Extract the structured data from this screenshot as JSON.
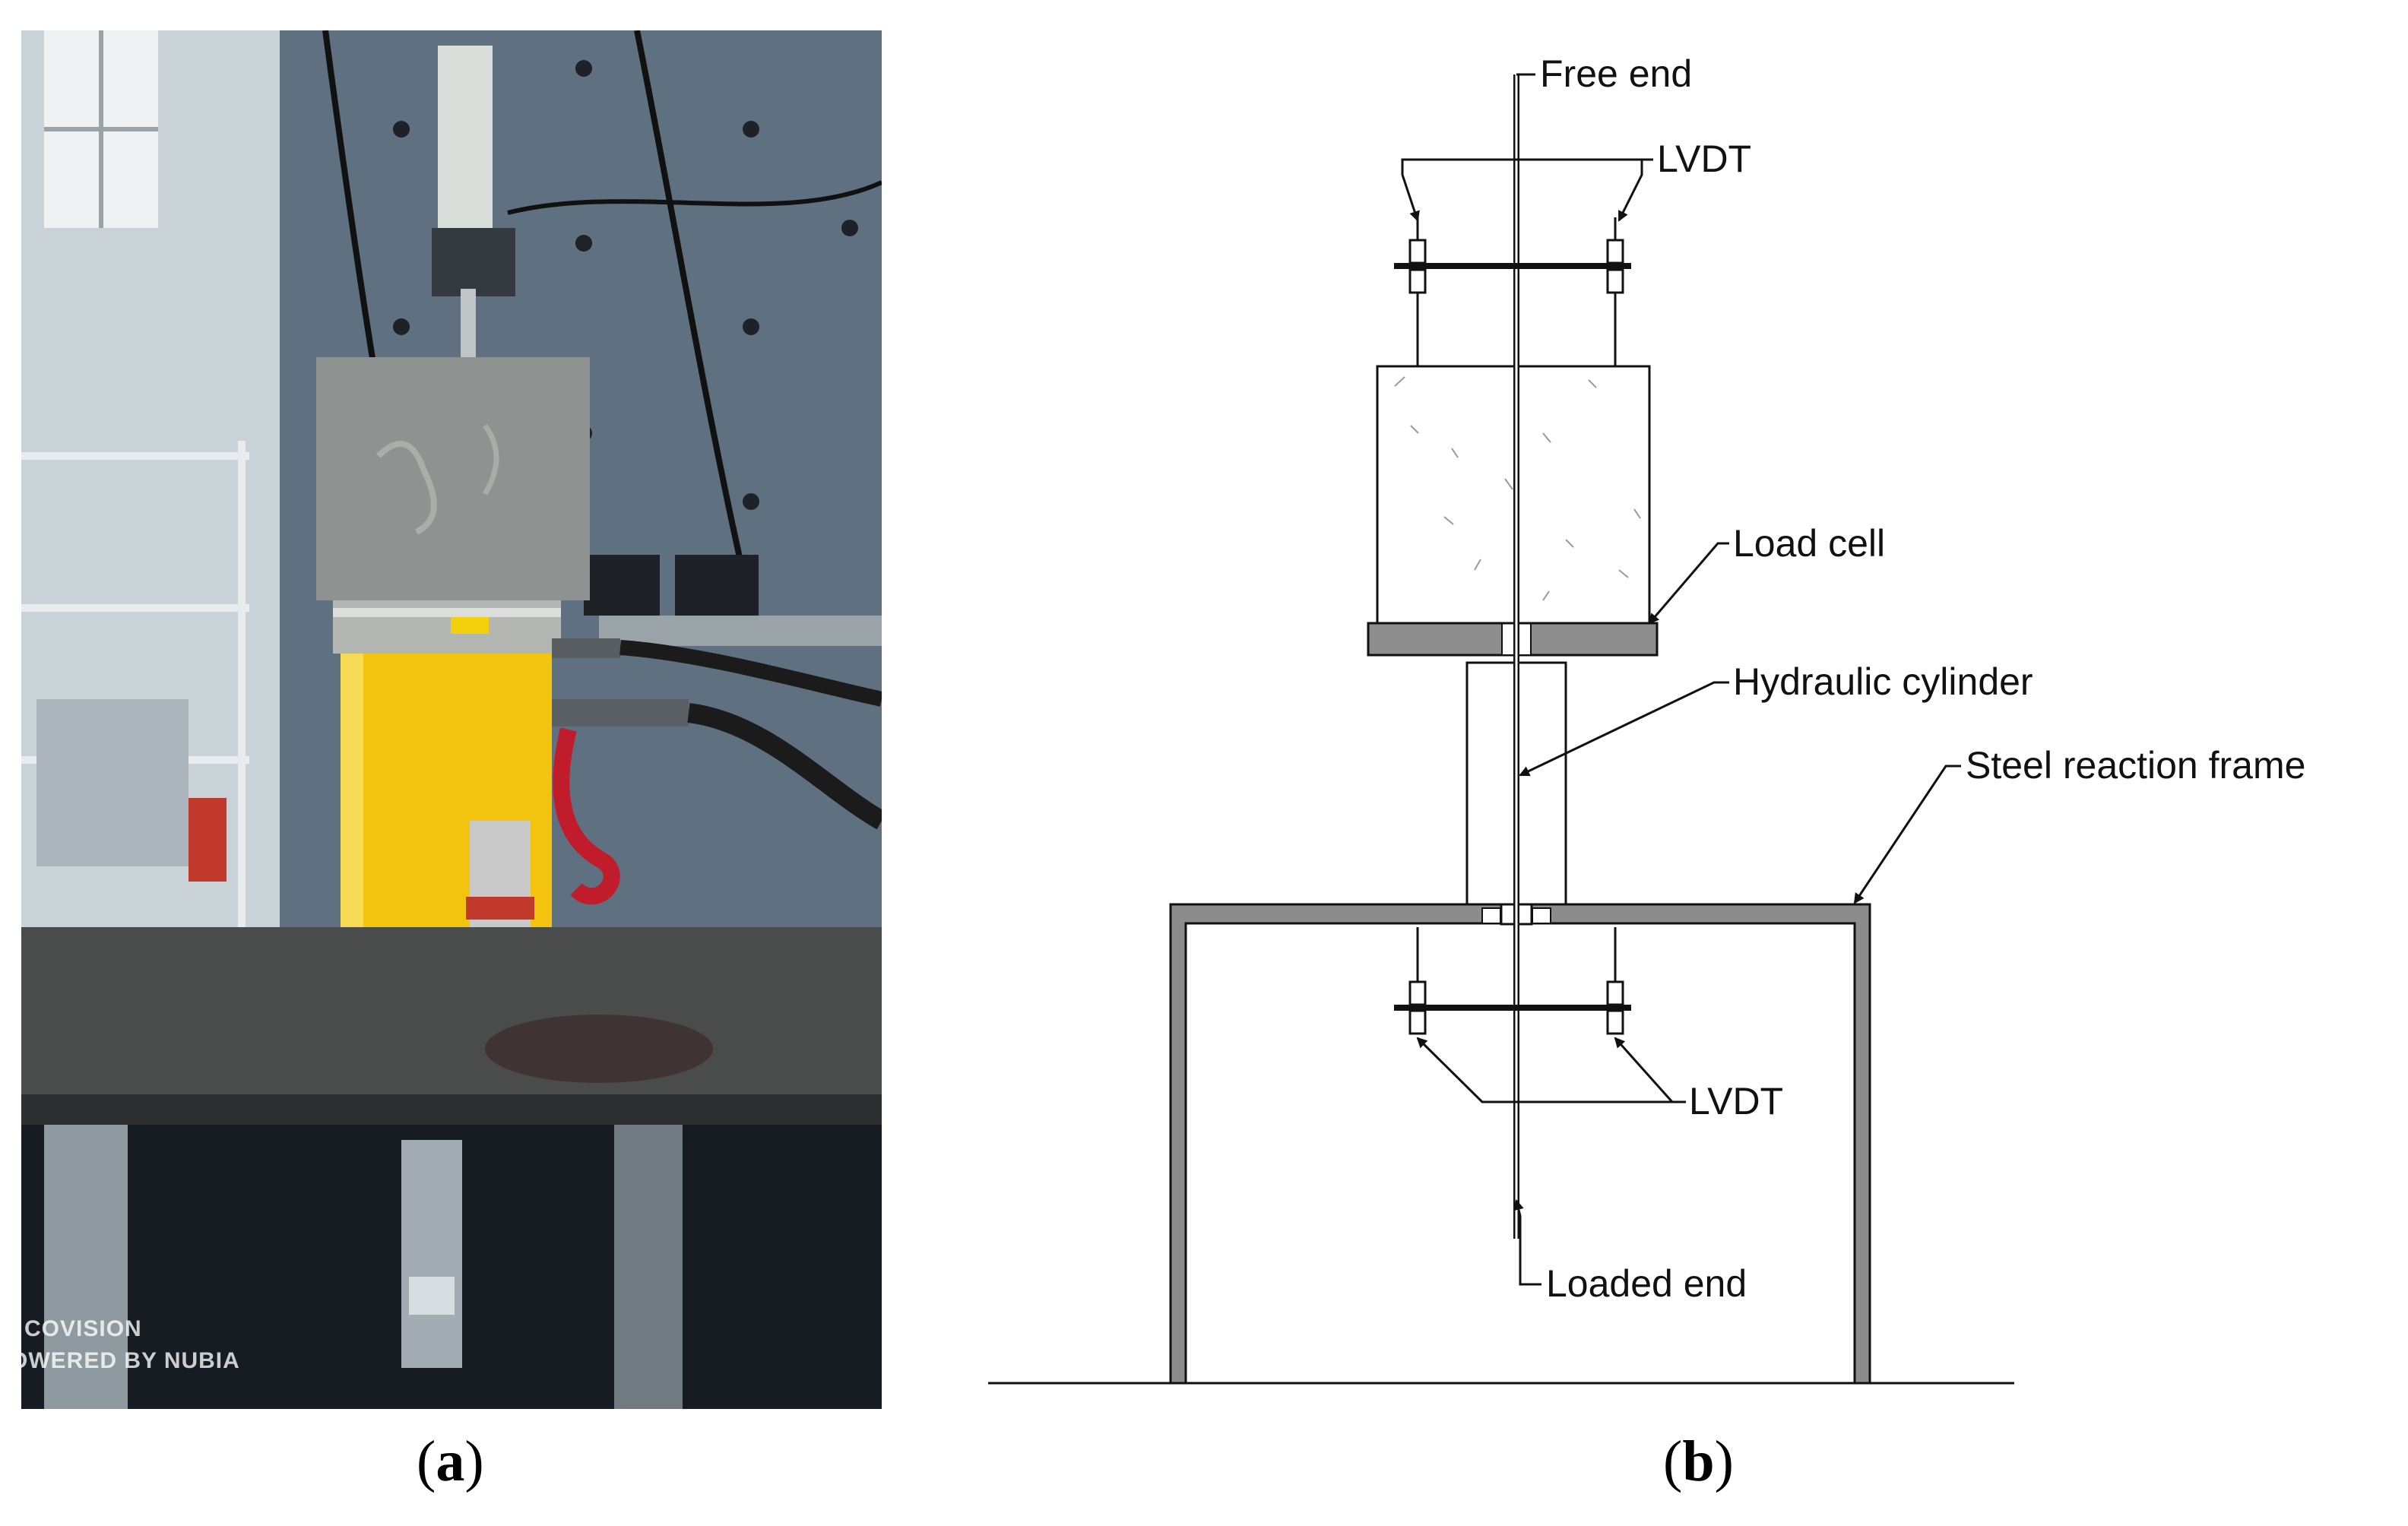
{
  "panel_a": {
    "caption_open": "(",
    "caption_letter": "a",
    "caption_close": ")",
    "watermark_line1": "COVISION",
    "watermark_line2": "POWERED BY NUBIA"
  },
  "panel_b": {
    "caption_open": "(",
    "caption_letter": "b",
    "caption_close": ")",
    "labels": {
      "free_end": "Free end",
      "lvdt_top": "LVDT",
      "load_cell": "Load cell",
      "hydraulic_cylinder": "Hydraulic cylinder",
      "steel_reaction_frame": "Steel reaction frame",
      "lvdt_bottom": "LVDT",
      "loaded_end": "Loaded end"
    }
  },
  "colors": {
    "frame_gray": "#8c8c8c",
    "load_cell_gray": "#8e8e8e",
    "cylinder_yellow": "#f2c40f",
    "wall_blue_gray": "#6f7f8c"
  }
}
